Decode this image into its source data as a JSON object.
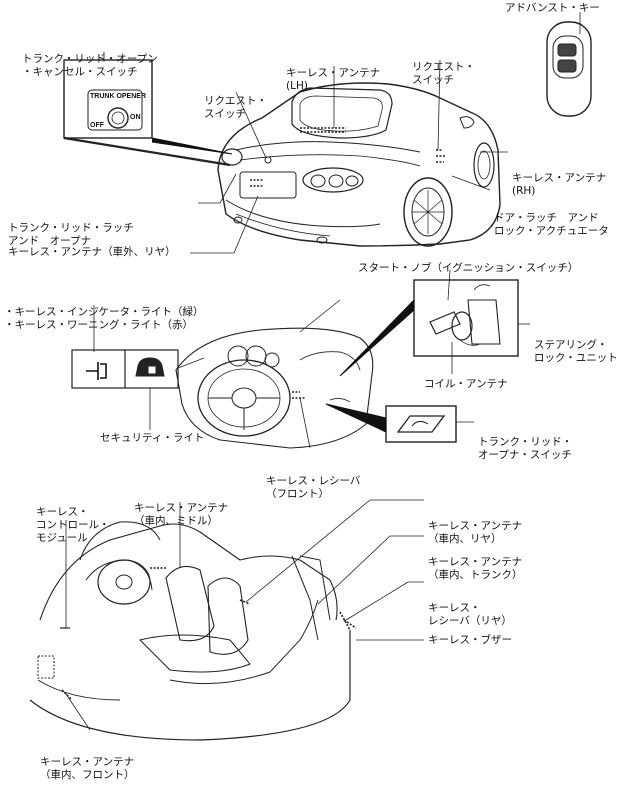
{
  "top": {
    "trunk_switch_label": [
      "トランク・リッド・オープン",
      "・キャンセル・スイッチ"
    ],
    "switch_plate": {
      "title": "TRUNK OPENER",
      "off": "OFF",
      "on": "ON"
    },
    "keyless_antenna_lh": [
      "キーレス・アンテナ",
      "(LH)"
    ],
    "request_switch_center": [
      "リクエスト・",
      "スイッチ"
    ],
    "request_switch_left": [
      "リクエスト・",
      "スイッチ"
    ],
    "advanced_key": "アドバンスト・キー",
    "keyless_antenna_rh": [
      "キーレス・アンテナ",
      "(RH)"
    ],
    "door_latch": [
      "ドア・ラッチ　アンド",
      "ロック・アクチュエータ"
    ],
    "trunk_latch": [
      "トランク・リッド・ラッチ",
      "アンド　オープナ"
    ],
    "keyless_antenna_rear_ext": "キーレス・アンテナ（車外、リヤ）"
  },
  "middle": {
    "indicator_labels": [
      "・キーレス・インジケータ・ライト（緑）",
      "・キーレス・ワーニング・ライト（赤）"
    ],
    "start_knob": "スタート・ノブ（イグニッション・スイッチ）",
    "steering_lock": [
      "ステアリング・",
      "ロック・ユニット"
    ],
    "coil_antenna": "コイル・アンテナ",
    "security_light": "セキュリティ・ライト",
    "trunk_opener_switch": [
      "トランク・リッド・",
      "オープナ・スイッチ"
    ],
    "keyless_receiver_front": [
      "キーレス・レシーバ",
      "（フロント）"
    ]
  },
  "bottom": {
    "control_module": [
      "キーレス・",
      "コントロール・",
      "モジュール"
    ],
    "antenna_middle": [
      "キーレス・アンテナ",
      "（車内、ミドル）"
    ],
    "antenna_rear_int": [
      "キーレス・アンテナ",
      "（車内、リヤ）"
    ],
    "antenna_trunk_int": [
      "キーレス・アンテナ",
      "（車内、トランク）"
    ],
    "receiver_rear": [
      "キーレス・",
      "レシーバ（リヤ）"
    ],
    "buzzer": "キーレス・ブザー",
    "antenna_front_int": [
      "キーレス・アンテナ",
      "（車内、フロント）"
    ]
  }
}
